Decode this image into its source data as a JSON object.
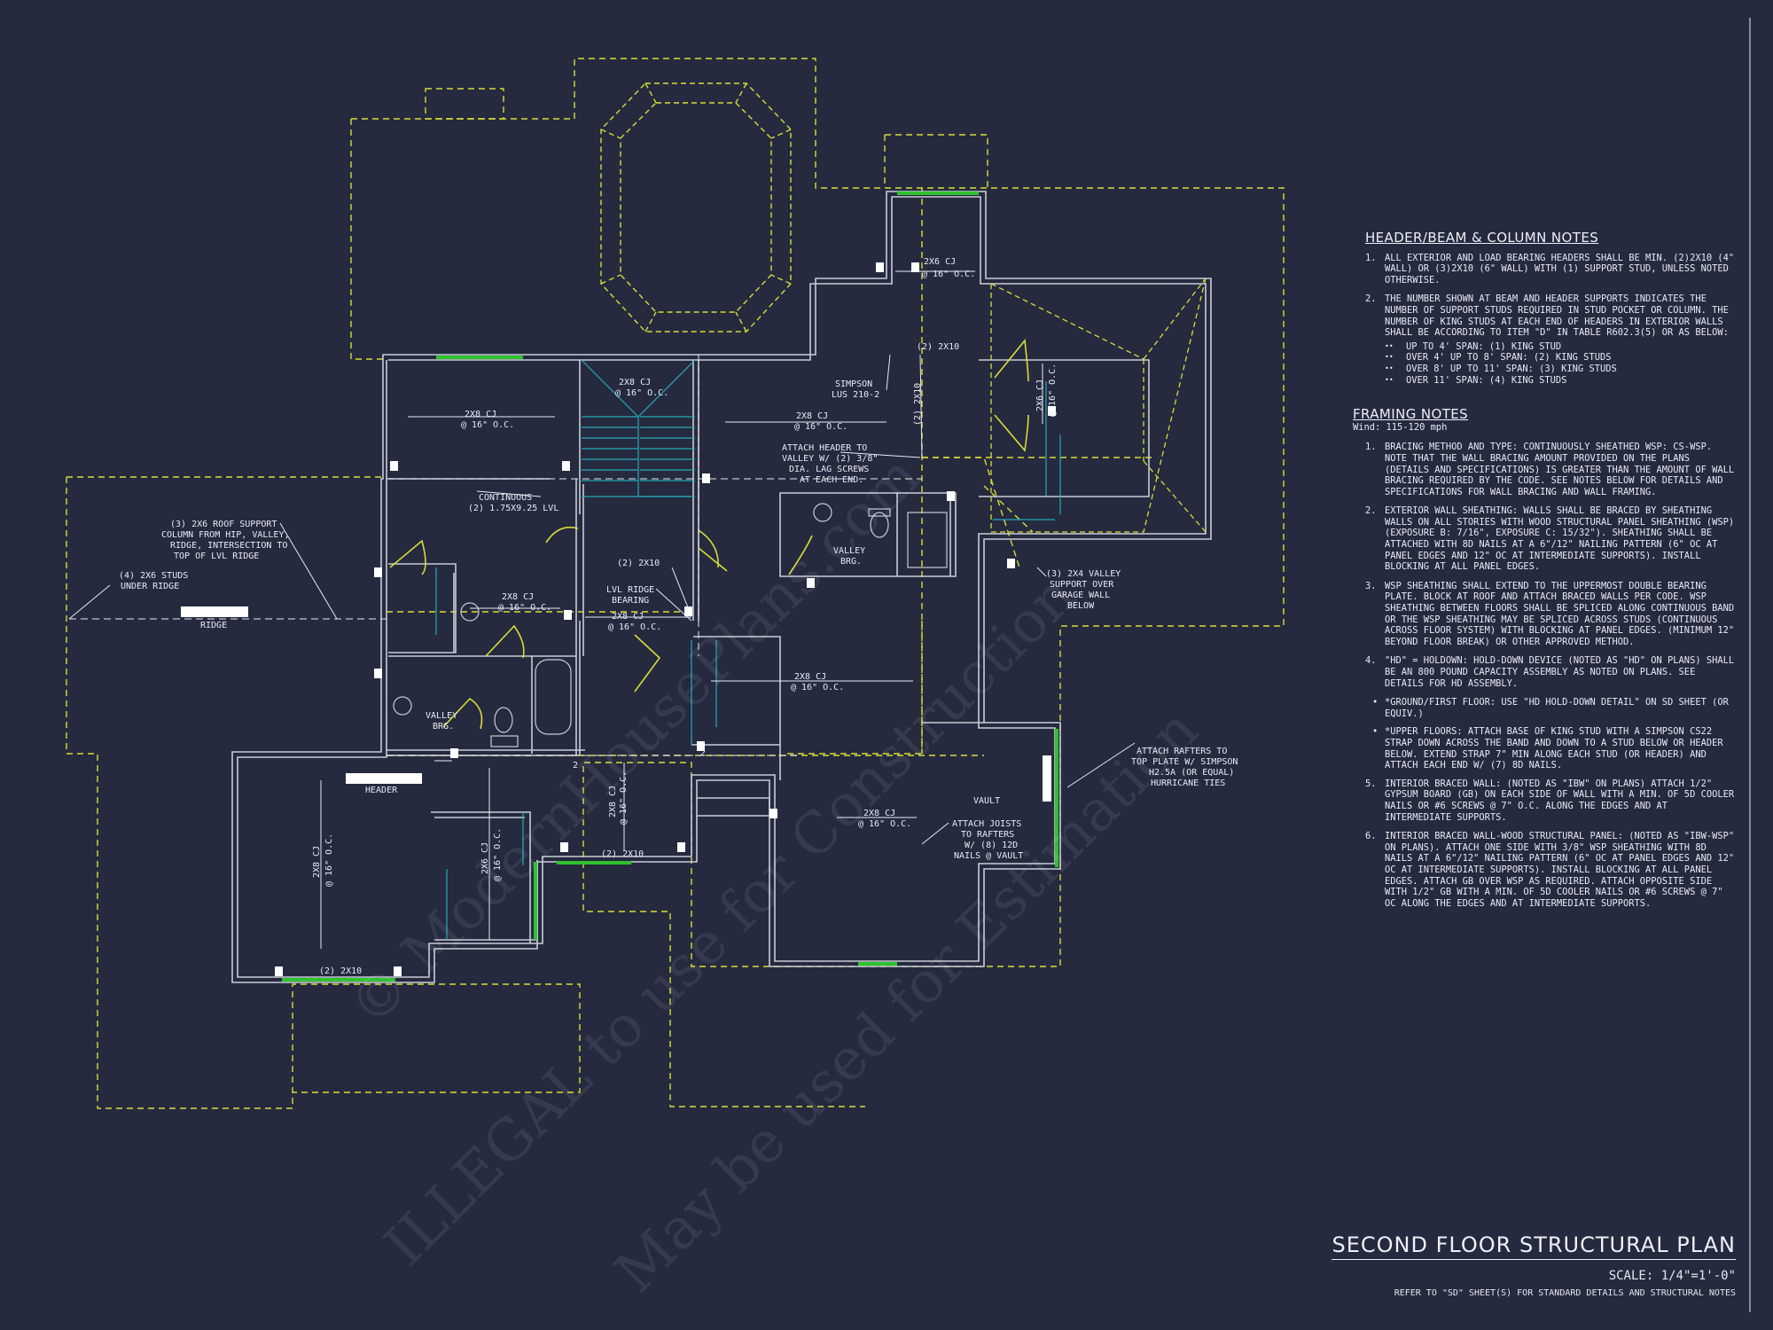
{
  "colors": {
    "background": "#252a3f",
    "walls": "#c9ccd6",
    "roof_dash": "#d8dc38",
    "window": "#2ec22e",
    "stair": "#27a9b8",
    "door": "#d8dc38",
    "text": "#e9ebf2"
  },
  "watermark": {
    "line1": "© ModernHousePlans.com",
    "line2": "ILLEGAL to use for Construction",
    "line3": "May be used for Estimation"
  },
  "plan_labels": {
    "cj_1": "2x6 CJ",
    "cj_1b": "@ 16\" O.C.",
    "cj_2": "2x8 CJ",
    "cj_2b": "@ 16\" O.C.",
    "cj_3": "2x8 CJ",
    "cj_3b": "@ 16\" O.C.",
    "cj_4": "2x8 CJ",
    "cj_4b": "@ 16\" O.C.",
    "cj_5": "2x6 CJ",
    "cj_5b": "@ 16\" O.C.",
    "cj_6": "2x8 CJ",
    "cj_6b": "@ 16\" O.C.",
    "cj_7": "2x8 CJ",
    "cj_7b": "@ 16\" O.C.",
    "cj_8": "2x8 CJ",
    "cj_8b": "@ 16\" O.C.",
    "cj_9": "2x8 CJ",
    "cj_9b": "@ 16\" O.C.",
    "cj_10": "2x8 CJ",
    "cj_10b": "@ 16\" O.C.",
    "cj_11": "2x6 CJ",
    "cj_11b": "@ 16\" O.C.",
    "cj_12": "2x8 CJ",
    "cj_12b": "@ 16\" O.C.",
    "hdr_2x10_a": "(2) 2x10",
    "hdr_2x10_b": "(2) 2x10",
    "hdr_2x10_c": "(2) 2x10",
    "hdr_2x10_d": "(2) 2x10",
    "hdr_2x10_e": "(2) 2x10",
    "simpson_1": "SIMPSON",
    "simpson_2": "LUS 210-2",
    "attach_hdr_1": "ATTACH HEADER TO",
    "attach_hdr_2": "VALLEY W/ (2) 3/8\"",
    "attach_hdr_3": "DIA. LAG SCREWS",
    "attach_hdr_4": "AT EACH END.",
    "continuous_1": "CONTINUOUS",
    "continuous_2": "(2) 1.75x9.25 LVL",
    "roof_support_1": "(3) 2x6 ROOF SUPPORT",
    "roof_support_2": "COLUMN FROM HIP, VALLEY,",
    "roof_support_3": "RIDGE, INTERSECTION TO",
    "roof_support_4": "TOP OF LVL RIDGE",
    "studs_1": "(4) 2x6 STUDS",
    "studs_2": "UNDER RIDGE",
    "ridge": "RIDGE",
    "lvl_1": "LVL RIDGE",
    "lvl_2": "BEARING",
    "valley_brg_1a": "VALLEY",
    "valley_brg_1b": "BRG.",
    "valley_brg_2a": "VALLEY",
    "valley_brg_2b": "BRG.",
    "valley_sup_1": "(3) 2X4 VALLEY",
    "valley_sup_2": "SUPPORT OVER",
    "valley_sup_3": "GARAGE WALL",
    "valley_sup_4": "BELOW",
    "header": "HEADER",
    "vault": "VAULT",
    "joists_1": "ATTACH JOISTS",
    "joists_2": "TO RAFTERS",
    "joists_3": "W/ (8) 12d",
    "joists_4": "NAILS @ VAULT",
    "rafters_1": "ATTACH RAFTERS TO",
    "rafters_2": "TOP PLATE W/ SIMPSON",
    "rafters_3": "H2.5A (OR EQUAL)",
    "rafters_4": "HURRICANE TIES",
    "num_2a": "2",
    "num_2b": "2"
  },
  "header_notes": {
    "title": "HEADER/BEAM & COLUMN NOTES",
    "items": [
      {
        "n": "1.",
        "text": "ALL EXTERIOR AND LOAD BEARING HEADERS SHALL BE MIN. (2)2x10 (4\" WALL) OR (3)2x10 (6\" WALL) WITH (1) SUPPORT STUD, UNLESS NOTED OTHERWISE."
      },
      {
        "n": "2.",
        "text": "THE NUMBER SHOWN AT BEAM AND HEADER SUPPORTS INDICATES THE NUMBER OF SUPPORT STUDS REQUIRED IN STUD POCKET OR COLUMN. THE NUMBER OF KING STUDS AT EACH END OF HEADERS IN EXTERIOR WALLS SHALL BE ACCORDING TO ITEM \"d\" IN TABLE R602.3(5) OR AS BELOW:"
      }
    ],
    "bullets": [
      "UP TO 4' SPAN: (1) KING STUD",
      "OVER 4' UP TO 8' SPAN: (2) KING STUDS",
      "OVER 8' UP TO 11' SPAN: (3) KING STUDS",
      "OVER 11' SPAN: (4) KING STUDS"
    ]
  },
  "framing_notes": {
    "title": "FRAMING NOTES",
    "wind": "Wind: 115-120 mph",
    "items": [
      {
        "n": "1.",
        "text": "BRACING METHOD AND TYPE: CONTINUOUSLY SHEATHED WSP: CS-WSP. NOTE THAT THE WALL BRACING AMOUNT PROVIDED ON THE PLANS (DETAILS AND SPECIFICATIONS) IS GREATER THAN THE AMOUNT OF WALL BRACING REQUIRED BY THE CODE. SEE NOTES BELOW FOR DETAILS AND SPECIFICATIONS FOR WALL BRACING AND WALL FRAMING."
      },
      {
        "n": "2.",
        "text": "EXTERIOR WALL SHEATHING: WALLS SHALL BE BRACED BY SHEATHING WALLS ON ALL STORIES WITH WOOD STRUCTURAL PANEL SHEATHING (WSP) (EXPOSURE B: 7/16\", EXPOSURE C: 15/32\"). SHEATHING SHALL BE ATTACHED WITH 8d NAILS AT A 6\"/12\" NAILING PATTERN (6\" OC AT PANEL EDGES AND 12\" OC AT INTERMEDIATE SUPPORTS). INSTALL BLOCKING AT ALL PANEL EDGES."
      },
      {
        "n": "3.",
        "text": "WSP SHEATHING SHALL EXTEND TO THE UPPERMOST DOUBLE BEARING PLATE. BLOCK AT ROOF AND ATTACH BRACED WALLS PER CODE. WSP SHEATHING BETWEEN FLOORS SHALL BE SPLICED ALONG CONTINUOUS BAND OR THE WSP SHEATHING MAY BE SPLICED ACROSS STUDS (CONTINUOUS ACROSS FLOOR SYSTEM) WITH BLOCKING AT PANEL EDGES. (MINIMUM 12\" BEYOND FLOOR BREAK) OR OTHER APPROVED METHOD."
      },
      {
        "n": "4.",
        "text": "\"HD\" = HOLDOWN: HOLD-DOWN DEVICE (NOTED AS \"HD\" ON PLANS) SHALL BE AN 800 POUND CAPACITY ASSEMBLY AS NOTED ON PLANS. SEE DETAILS FOR HD ASSEMBLY."
      }
    ],
    "sub_items": [
      "*GROUND/FIRST FLOOR: USE \"HD HOLD-DOWN DETAIL\" ON SD SHEET (OR EQUIV.)",
      "*UPPER FLOORS: ATTACH BASE OF KING STUD WITH A SIMPSON CS22 STRAP DOWN ACROSS THE BAND AND DOWN TO A STUD BELOW OR HEADER BELOW. EXTEND STRAP 7\" MIN ALONG EACH STUD (OR HEADER) AND ATTACH EACH END W/ (7) 8d NAILS."
    ],
    "items2": [
      {
        "n": "5.",
        "text": "INTERIOR BRACED WALL: (NOTED AS \"IBW\" ON PLANS) ATTACH 1/2\" GYPSUM BOARD (GB) ON EACH SIDE OF WALL WITH A MIN. OF 5d COOLER NAILS OR #6 SCREWS @ 7\" O.C. ALONG THE EDGES AND AT INTERMEDIATE SUPPORTS."
      },
      {
        "n": "6.",
        "text": "INTERIOR BRACED WALL-WOOD STRUCTURAL PANEL: (NOTED AS \"IBW-WSP\" ON PLANS). ATTACH ONE SIDE WITH 3/8\" WSP SHEATHING WITH 8d NAILS AT A 6\"/12\" NAILING PATTERN (6\" OC AT PANEL EDGES AND 12\" OC AT INTERMEDIATE SUPPORTS). INSTALL BLOCKING AT ALL PANEL EDGES. ATTACH GB OVER WSP AS REQUIRED. ATTACH OPPOSITE SIDE WITH 1/2\" GB WITH A MIN. OF 5d COOLER NAILS OR #6 SCREWS @ 7\" OC ALONG THE EDGES AND AT INTERMEDIATE SUPPORTS."
      }
    ]
  },
  "title_block": {
    "title": "SECOND FLOOR STRUCTURAL PLAN",
    "scale": "SCALE: 1/4\"=1'-0\"",
    "ref": "REFER TO \"SD\" SHEET(S) FOR STANDARD DETAILS AND STRUCTURAL NOTES"
  }
}
